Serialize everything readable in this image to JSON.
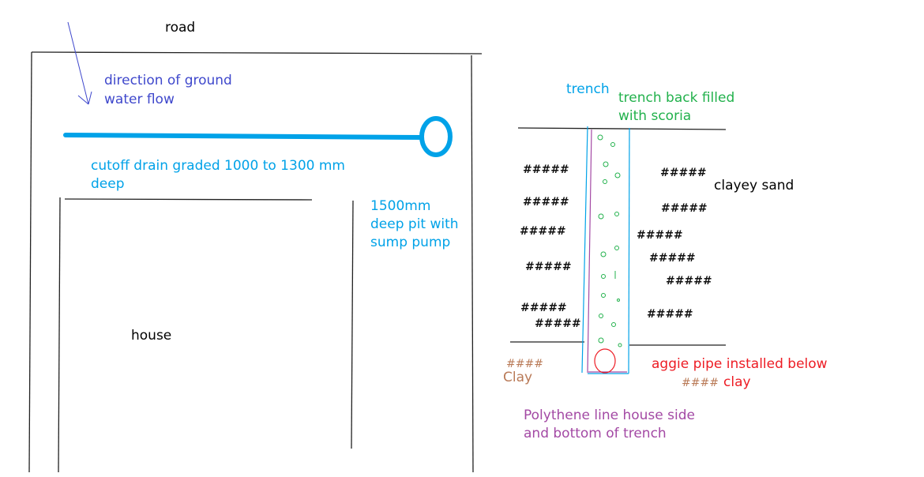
{
  "site_plan": {
    "road_label": "road",
    "flow_label_line1": "direction of ground",
    "flow_label_line2": "water flow",
    "drain_label_line1": "cutoff drain graded 1000 to 1300 mm",
    "drain_label_line2": "deep",
    "pit_label_line1": "1500mm",
    "pit_label_line2": "deep pit with",
    "pit_label_line3": "sump pump",
    "house_label": "house"
  },
  "section": {
    "trench_label": "trench",
    "backfill_line1": "trench back filled",
    "backfill_line2": "with scoria",
    "soil_label": "clayey sand",
    "soil_hatch": "#####",
    "clay_hatch": "####",
    "clay_label": "Clay",
    "pipe_line1": "aggie pipe  installed below",
    "pipe_line2": "clay",
    "poly_line1": "Polythene line house side",
    "poly_line2": "and bottom of trench"
  },
  "colors": {
    "flow": "#3f48cc",
    "drain": "#00a2e8",
    "scoria": "#22b14c",
    "pipe": "#ed1c24",
    "clay": "#b97a57",
    "poly": "#a349a4"
  }
}
